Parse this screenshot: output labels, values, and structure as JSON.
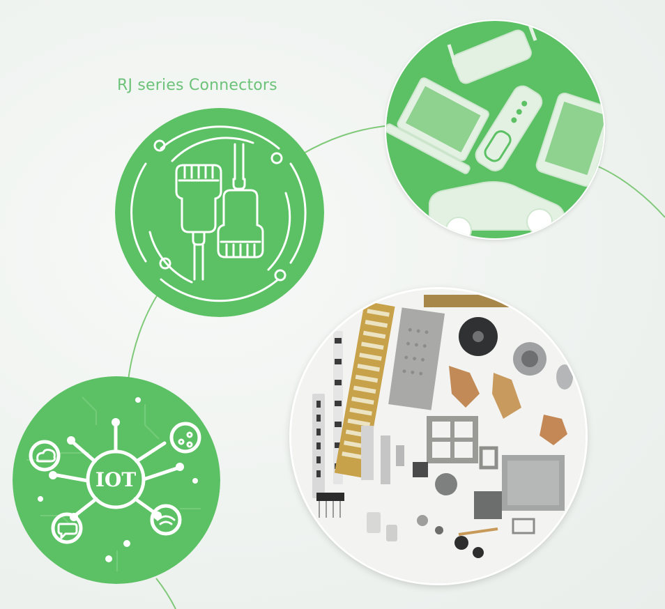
{
  "heading": {
    "title": "RJ series Connectors"
  },
  "badges": {
    "iot_label": "IOT"
  },
  "icons": {
    "rj": "rj45-cable-pair-icon",
    "iot": "iot-network-icon",
    "devices": "smart-devices-illustration",
    "parts": "electronic-components-photo"
  },
  "colors": {
    "accent": "#5cc164",
    "accent_dark": "#3fae4c",
    "title_text": "#6cc279",
    "line": "#7fc979",
    "background": "#eff3f0"
  }
}
